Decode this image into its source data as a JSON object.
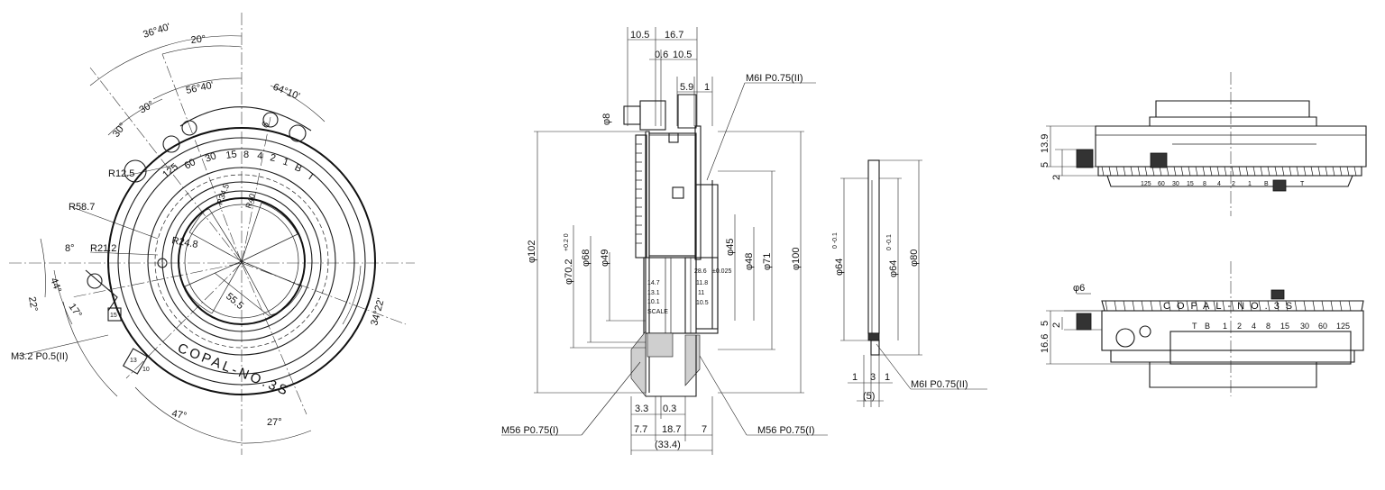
{
  "front_view": {
    "angles": {
      "a36_40": "36°40'",
      "a20": "20°",
      "a56_40": "56°40'",
      "a64_10": "64°10'",
      "a30a": "30°",
      "a30b": "30°",
      "a8": "8°",
      "a44": "44°",
      "a17": "17°",
      "a22": "22°",
      "a34_22": "34°22'",
      "a47": "47°",
      "a27": "27°"
    },
    "radii": {
      "r12_5": "R12.5",
      "r58_7": "R58.7",
      "r21_2": "R21.2",
      "r24_8": "R24.8",
      "r40": "R40",
      "r34_5": "R34.5"
    },
    "dims": {
      "d55_5": "55.5",
      "d6": "6",
      "d15": "15",
      "d10": "10",
      "d13": "13"
    },
    "speeds": [
      "125",
      "60",
      "30",
      "15",
      "8",
      "4",
      "2",
      "1",
      "B",
      "T"
    ],
    "brand": "COPAL-NO.3S",
    "thread": "M3.2 P0.5(II)"
  },
  "side_section": {
    "top_dims": [
      "10.5",
      "16.7",
      "0.6",
      "10.5",
      "5.9",
      "1"
    ],
    "diameters": {
      "d8": "φ8",
      "d102": "φ102",
      "d70": "φ70.2",
      "d70_tol": "+0.2 0",
      "d68": "φ68",
      "d49": "φ49",
      "d45": "φ45",
      "d48": "φ48",
      "d71": "φ71",
      "d100": "φ100"
    },
    "inner_values": [
      "14.7",
      "13.1",
      "10.1",
      "SCALE",
      "11.8",
      "11",
      "10.5"
    ],
    "bore": "28.6",
    "bore_tol": "±0.025",
    "thread_top": "M6I P0.75(II)",
    "thread_left": "M56 P0.75(I)",
    "thread_right": "M56 P0.75(I)",
    "bottom_dims": [
      "3.3",
      "0.3",
      "7.7",
      "18.7",
      "7",
      "(33.4)"
    ]
  },
  "ring_view": {
    "d64a": "φ64",
    "d64a_tol": "0 -0.1",
    "d64b": "φ64",
    "d64b_tol": "0 -0.1",
    "d80": "φ80",
    "bottom_dims": [
      "1",
      "3",
      "1",
      "(5)"
    ],
    "thread": "M6I P0.75(II)"
  },
  "top_views": {
    "upper": {
      "dims": [
        "13.9",
        "5",
        "2"
      ],
      "scale": [
        "125",
        "60",
        "30",
        "15",
        "8",
        "4",
        "2",
        "1",
        "B",
        "T"
      ]
    },
    "lower": {
      "dims": [
        "φ6",
        "5",
        "2",
        "16.6"
      ],
      "brand": "COPAL-NO.3S",
      "scale": [
        "T",
        "B",
        "1",
        "2",
        "4",
        "8",
        "15",
        "30",
        "60",
        "125"
      ]
    }
  }
}
